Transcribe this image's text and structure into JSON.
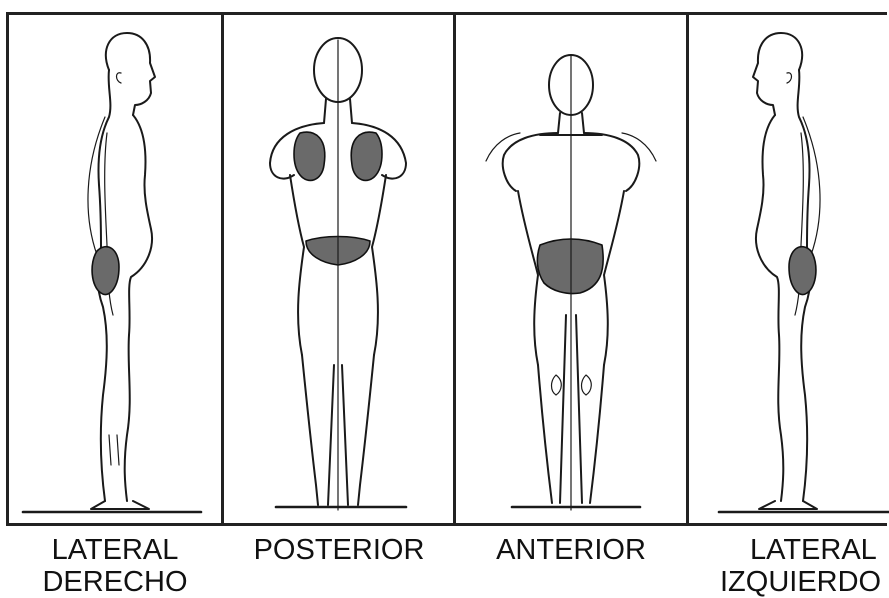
{
  "panels": [
    {
      "line1": "LATERAL",
      "line2": "DERECHO"
    },
    {
      "line1": "POSTERIOR",
      "line2": ""
    },
    {
      "line1": "ANTERIOR",
      "line2": ""
    },
    {
      "line1": "LATERAL",
      "line2": "IZQUIERDO"
    }
  ]
}
